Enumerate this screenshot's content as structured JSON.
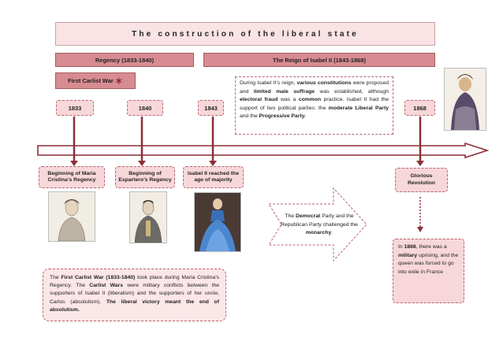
{
  "title": "The construction of the liberal state",
  "periods": {
    "regency": "Regency (1833-1840)",
    "reign": "The Reign of Isabel II (1843-1868)"
  },
  "carlist_label": "First Carlist War",
  "years": [
    "1833",
    "1840",
    "1843",
    "1868"
  ],
  "events": {
    "e1833": "Beginning of Maria Cristina’s Regency",
    "e1840": "Beginning of Espartero’s Regency",
    "e1843": "Isabel II reached the age of majority",
    "e1868": "Glorious Revolution"
  },
  "reign_note": {
    "t1": "During Isabel II’s reign, ",
    "b1": "various constitutions",
    "t2": " were proposed and ",
    "b2": "limited male suffrage",
    "t3": " was established, although ",
    "b3": "electoral fraud",
    "t4": " was a ",
    "b4": "common",
    "t5": " practice. Isabel II had the support of two political parties: the ",
    "b5": "moderate Liberal Party",
    "t6": " and the ",
    "b6": "Progressive Party.",
    "t7": ""
  },
  "arrow_text": {
    "t1": "The ",
    "b1": "Democrat",
    "t2": " Party and the Republican Party challenged the ",
    "b2": "monarchy",
    "t3": "."
  },
  "exile_note": {
    "t1": "In ",
    "b1": "1868",
    "t2": ", there was a ",
    "b2": "military",
    "t3": " uprising, and the queen was forced to go into exile in France"
  },
  "carlist_note": {
    "t1": "The ",
    "b1": "First Carlist War (1833-1840)",
    "t2": " took place during Maria Cristina’s Regency. The ",
    "b2": "Carlist Wars",
    "t3": " were military conflicts between the supporters of Isabel II (liberalism) and the supporters of her uncle, Carlos (absolutism). ",
    "b3": "The liberal victory meant the end of absolutism.",
    "t4": ""
  },
  "colors": {
    "accent": "#d78c92",
    "box_fill": "#f7dadd",
    "arrow_line": "#8c2f38",
    "dashed_border": "#b8666d"
  }
}
